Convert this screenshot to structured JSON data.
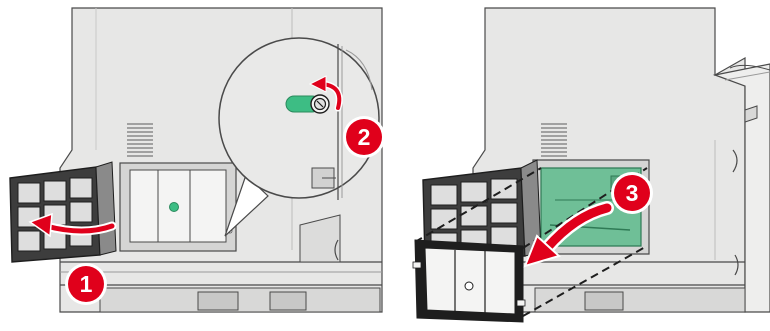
{
  "figure": {
    "left_panel": {
      "steps": [
        {
          "label": "1"
        },
        {
          "label": "2"
        }
      ]
    },
    "right_panel": {
      "steps": [
        {
          "label": "3"
        }
      ]
    }
  },
  "colors": {
    "printer_body": "#e7e7e6",
    "printer_shadow": "#d3d3d2",
    "outline": "#4a4a4a",
    "arrow_red": "#e0001b",
    "step_badge_red": "#e0001b",
    "screw_green": "#3dbd84",
    "board_green": "#6fbf97",
    "background": "#ffffff"
  },
  "icons": [
    "printer-rear-illustration",
    "board-access-cover-icon",
    "rotate-arrow-icon",
    "thumbscrew-icon",
    "remove-arrow-icon",
    "magnifier-callout"
  ]
}
